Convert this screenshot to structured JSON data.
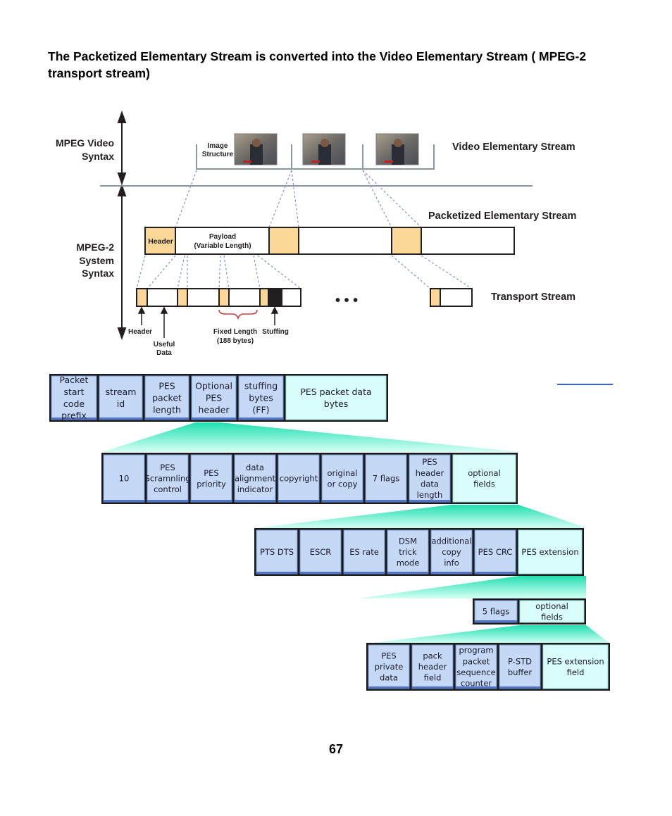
{
  "heading": "The Packetized Elementary Stream  is converted  into the Video Elementary Stream ( MPEG-2 transport stream)",
  "page_number": "67",
  "diagram": {
    "left_labels": {
      "video_syntax": [
        "MPEG Video",
        "Syntax"
      ],
      "system_syntax": [
        "MPEG-2",
        "System",
        "Syntax"
      ]
    },
    "image_structure_label": [
      "Image",
      "Structure"
    ],
    "streams": {
      "video": "Video Elementary Stream",
      "pes": "Packetized Elementary Stream",
      "transport": "Transport Stream"
    },
    "pes_header_label": "Header",
    "payload_label": [
      "Payload",
      "(Variable Length)"
    ],
    "bottom_labels": {
      "header": "Header",
      "useful_data": [
        "Useful",
        "Data"
      ],
      "fixed_length": [
        "Fixed Length",
        "(188 bytes)"
      ],
      "stuffing": "Stuffing"
    },
    "ellipsis": "•   •   •",
    "colors": {
      "tan": "#fbd898",
      "cell_blue": "#c5d8f5",
      "cell_cyan": "#d8fdfb",
      "funnel": "#3de8c0",
      "dash": "#7f8fd6"
    }
  },
  "pes_structure": {
    "row1": [
      "Packet start code prefix",
      "stream id",
      "PES packet length",
      "Optional PES header",
      "stuffing bytes (FF)",
      "PES packet data bytes"
    ],
    "row2": [
      "10",
      "PES Scramnling control",
      "PES priority",
      "data alignment indicator",
      "copyright",
      "original or copy",
      "7 flags",
      "PES header data length",
      "optional fields"
    ],
    "row3": [
      "PTS DTS",
      "ESCR",
      "ES rate",
      "DSM trick mode",
      "additional copy info",
      "PES CRC",
      "PES extension"
    ],
    "row4": [
      "5 flags",
      "optional fields"
    ],
    "row5": [
      "PES private data",
      "pack header field",
      "program packet sequence counter",
      "P-STD buffer",
      "PES extension field"
    ]
  }
}
